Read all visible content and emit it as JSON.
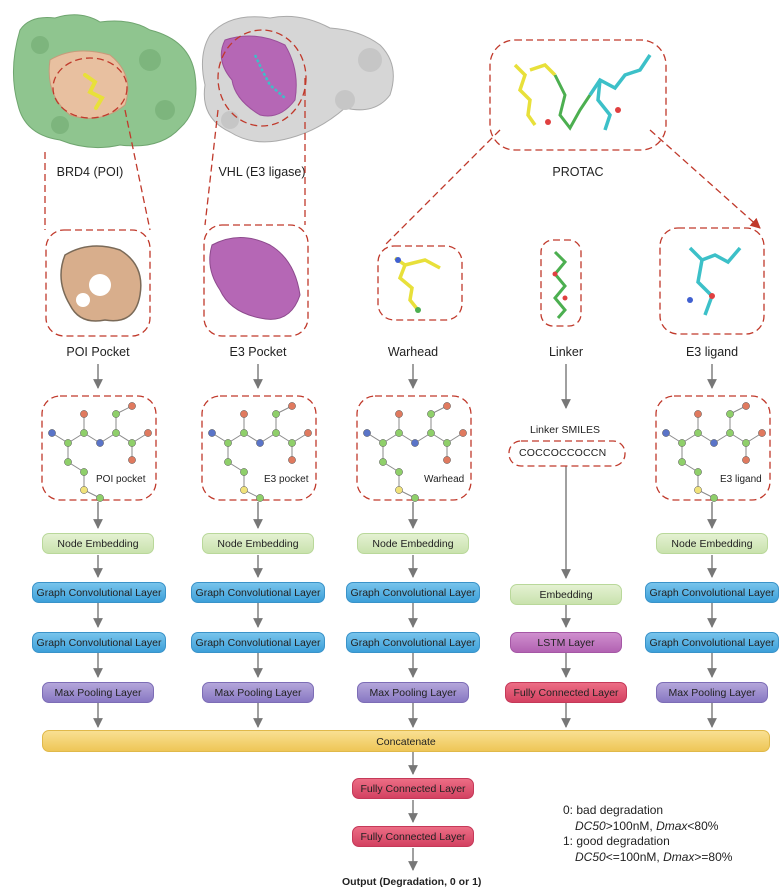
{
  "structures": {
    "poi": "BRD4 (POI)",
    "e3": "VHL (E3 ligase)",
    "protac": "PROTAC"
  },
  "components": {
    "poi_pocket": "POI Pocket",
    "e3_pocket": "E3 Pocket",
    "warhead": "Warhead",
    "linker": "Linker",
    "e3_ligand": "E3 ligand"
  },
  "graphs": {
    "poi": "POI pocket",
    "e3": "E3 pocket",
    "warhead": "Warhead",
    "e3_ligand": "E3 ligand"
  },
  "linker_input": {
    "title": "Linker SMILES",
    "smiles": "COCCOCCOCCN"
  },
  "layers": {
    "node_embedding": "Node Embedding",
    "gcn": "Graph Convolutional Layer",
    "max_pool": "Max Pooling Layer",
    "embedding": "Embedding",
    "lstm": "LSTM Layer",
    "fc": "Fully Connected Layer",
    "concatenate": "Concatenate"
  },
  "output": "Output (Degradation, 0 or 1)",
  "legend": {
    "bad": "0: bad degradation",
    "bad_dc50": "DC50",
    "bad_rest1": ">100nM, ",
    "bad_dmax": "Dmax",
    "bad_rest2": "<80%",
    "good": "1: good degradation",
    "good_dc50": "DC50",
    "good_rest1": "<=100nM, ",
    "good_dmax": "Dmax",
    "good_rest2": ">=80%"
  },
  "colors": {
    "dash": "#c0392b",
    "arrow": "#777777",
    "poi_surface": "#8fc58f",
    "poi_pocket": "#e8c0a0",
    "e3_surface": "#d6d6d6",
    "e3_pocket": "#b567b5",
    "warhead": "#e8e03a",
    "linker": "#4caf50",
    "ligand": "#3cc0c8"
  }
}
